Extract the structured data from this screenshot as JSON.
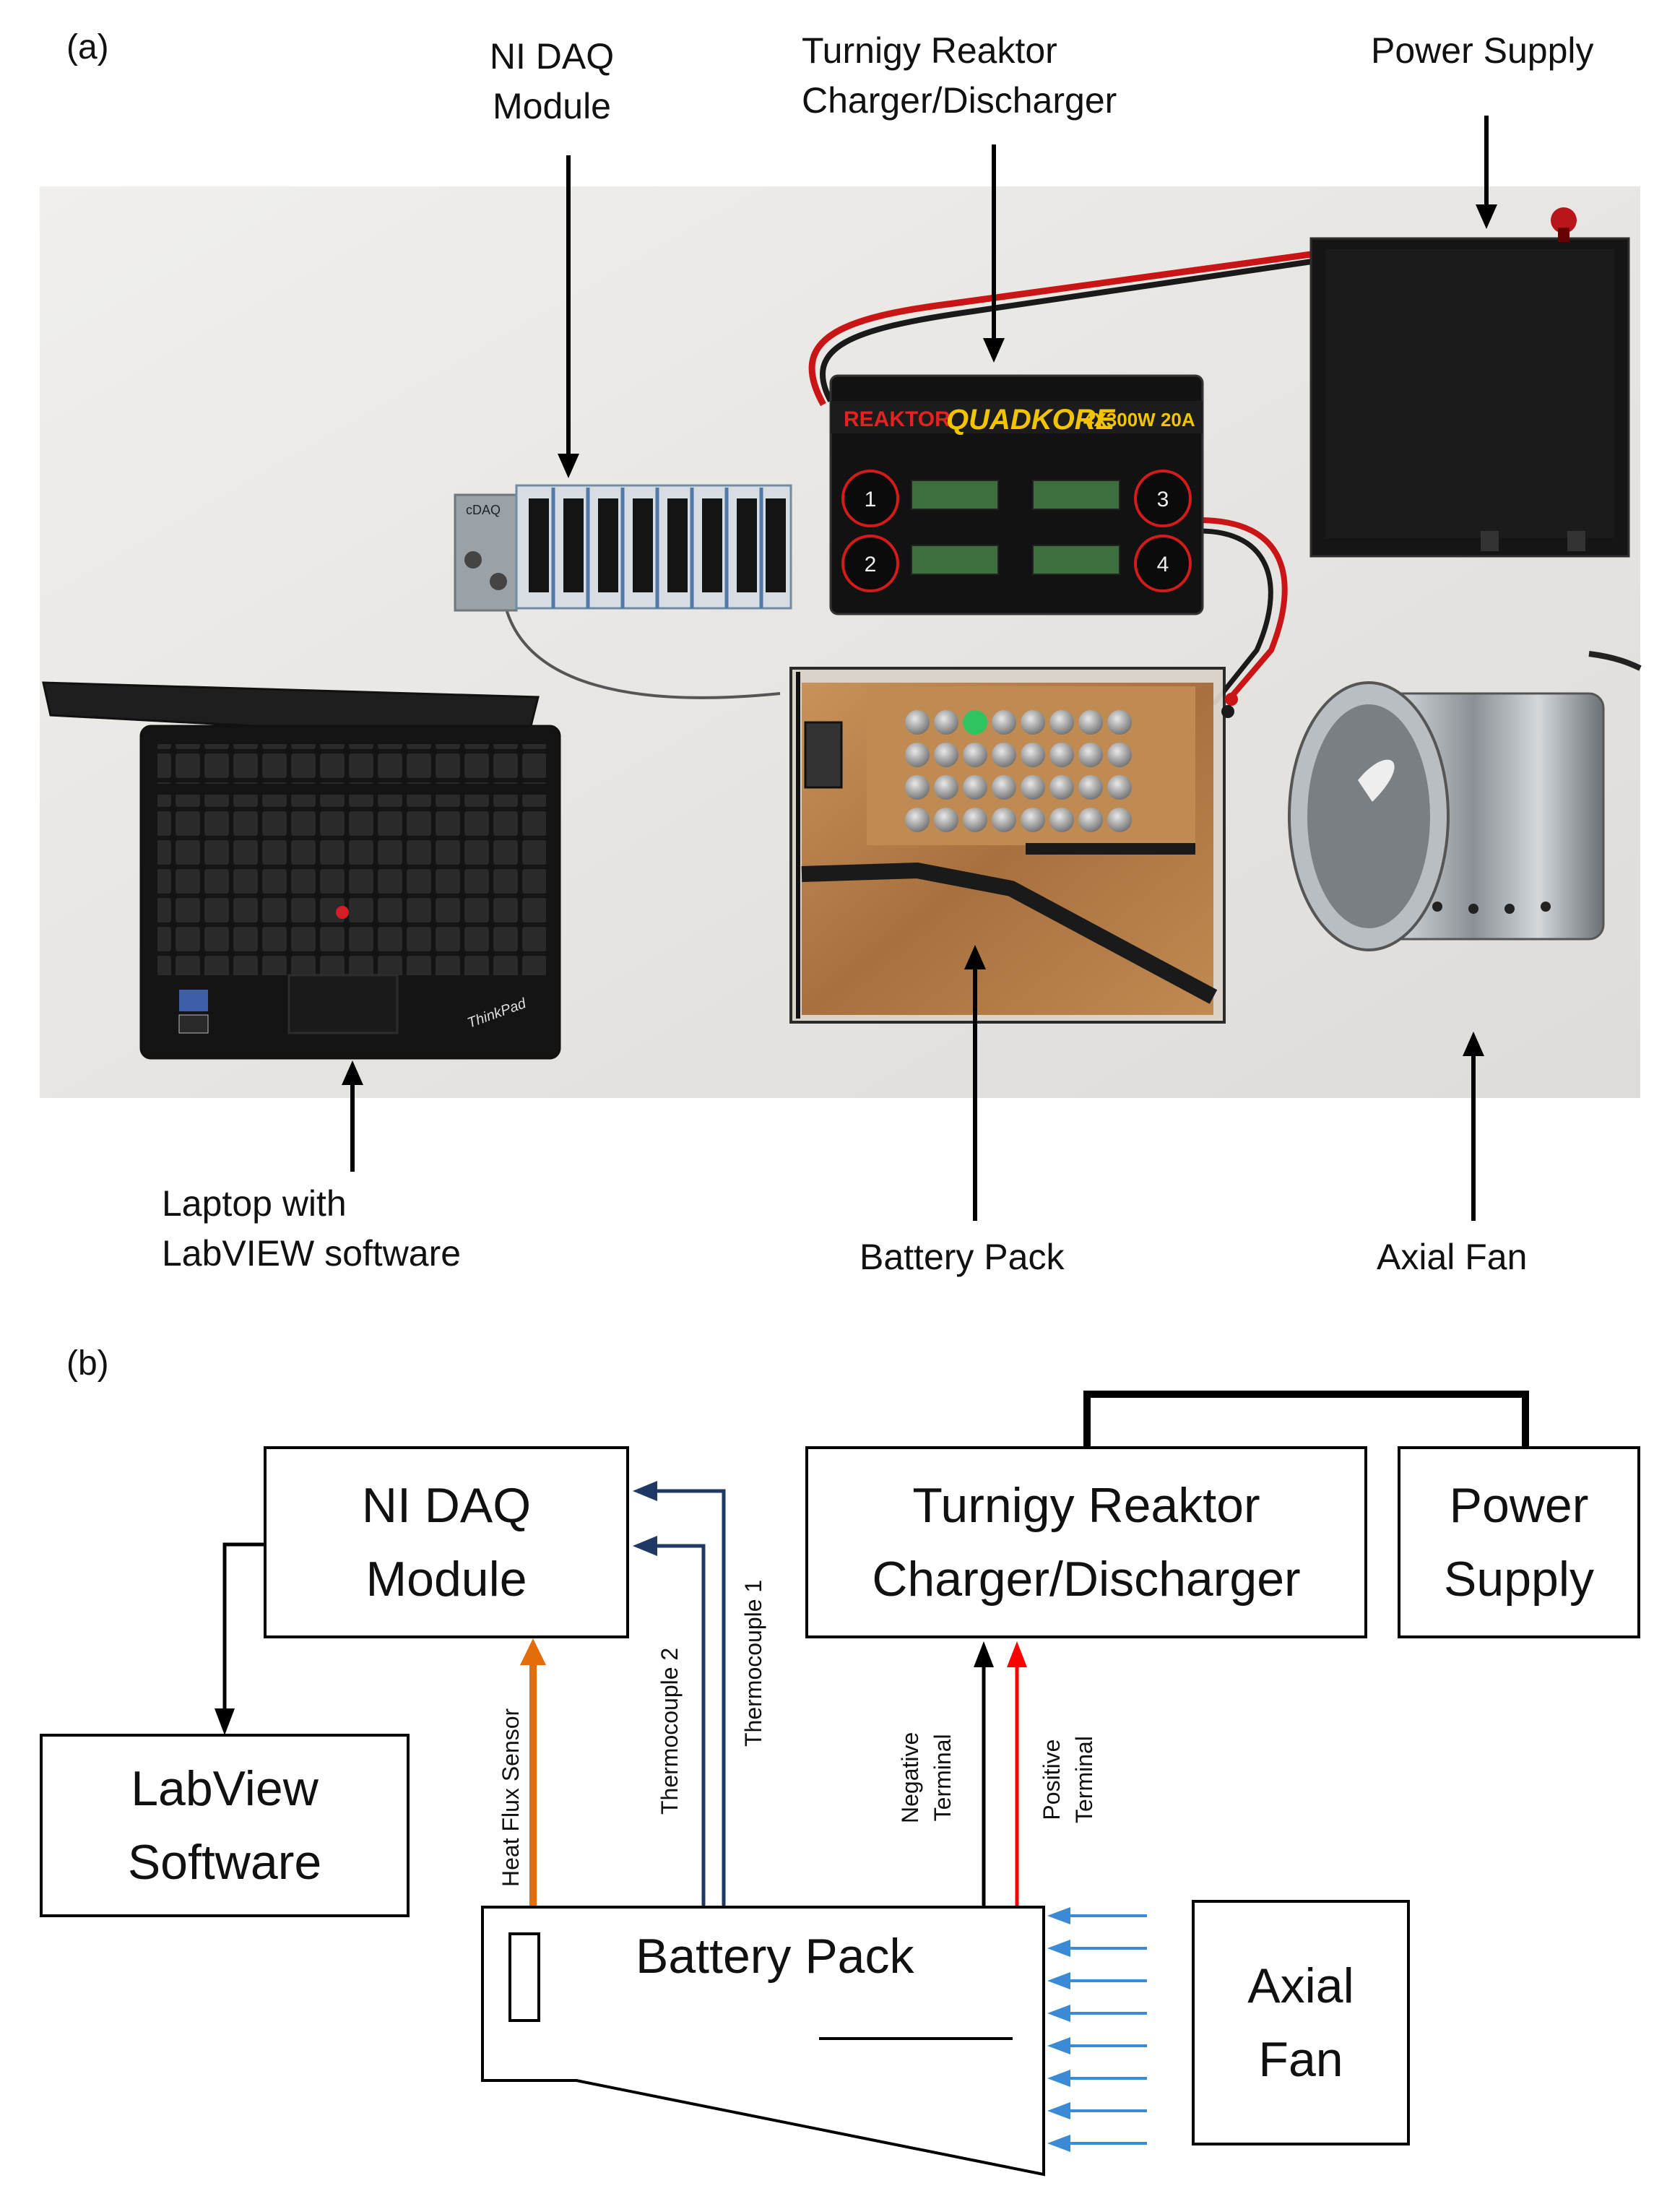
{
  "panel_a": {
    "label": "(a)",
    "labels": {
      "daq": [
        "NI DAQ",
        "Module"
      ],
      "charger": [
        "Turnigy Reaktor",
        "Charger/Discharger"
      ],
      "power": [
        "Power Supply"
      ],
      "laptop": [
        "Laptop with",
        "LabVIEW software"
      ],
      "battery": [
        "Battery Pack"
      ],
      "fan": [
        "Axial Fan"
      ]
    },
    "charger_brand": "REAKTOR",
    "charger_model": "QUADKORE",
    "charger_spec": "4X300W 20A",
    "channel_numbers": [
      "1",
      "3",
      "2",
      "4"
    ],
    "daq_label": "cDAQ",
    "laptop_brand": "ThinkPad"
  },
  "panel_b": {
    "label": "(b)",
    "boxes": {
      "daq": [
        "NI DAQ",
        "Module"
      ],
      "charger": [
        "Turnigy Reaktor",
        "Charger/Discharger"
      ],
      "power": [
        "Power",
        "Supply"
      ],
      "labview": [
        "LabView",
        "Software"
      ],
      "battery": [
        "Battery Pack"
      ],
      "fan": [
        "Axial",
        "Fan"
      ]
    },
    "connections": {
      "heat_flux": "Heat Flux Sensor",
      "thermocouple_2": "Thermocouple 2",
      "thermocouple_1": "Thermocouple 1",
      "negative": [
        "Negative",
        "Terminal"
      ],
      "positive": [
        "Positive",
        "Terminal"
      ]
    },
    "colors": {
      "heat_flux": "#e46c0a",
      "thermocouple": "#1f3864",
      "negative": "#000000",
      "positive": "#ff0000",
      "airflow": "#3a8ad6"
    }
  }
}
